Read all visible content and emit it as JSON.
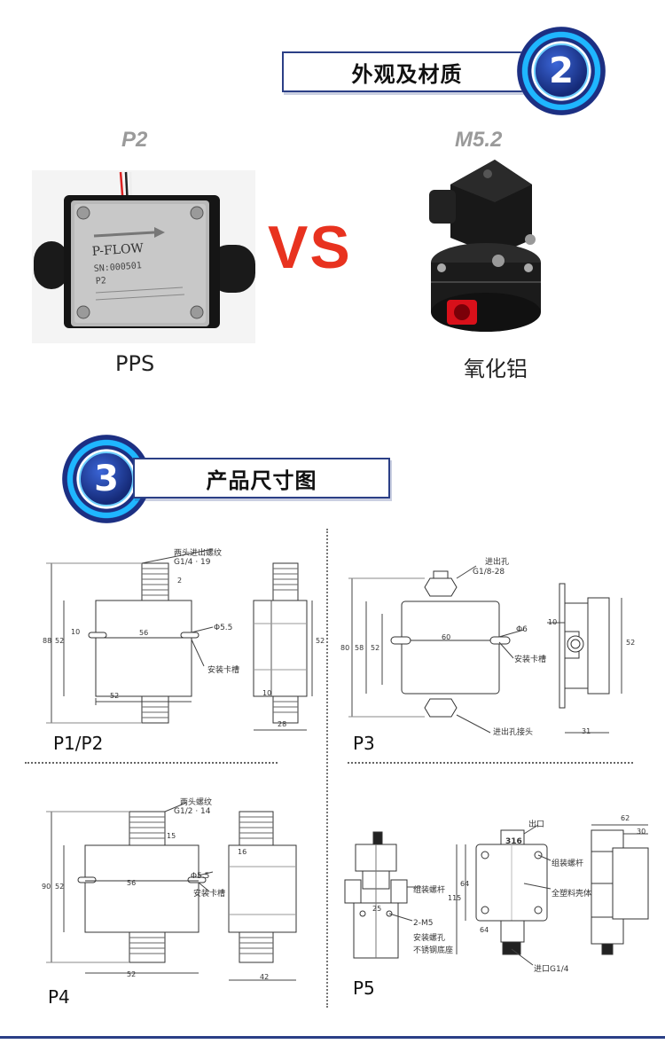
{
  "section2": {
    "number": "2",
    "title": "外观及材质"
  },
  "comparison": {
    "left_model": "P2",
    "right_model": "M5.2",
    "vs": "VS",
    "left_material": "PPS",
    "right_material": "氧化铝",
    "p2_plate": {
      "brand": "P-FLOW",
      "sn": "SN:000501",
      "model": "P2"
    }
  },
  "section3": {
    "number": "3",
    "title": "产品尺寸图"
  },
  "drawings": {
    "p1p2": {
      "label": "P1/P2",
      "thread_note_1": "两头进出螺纹",
      "thread_note_2": "G1/4 · 19",
      "hole_note": "Φ5.5",
      "mount_note": "安装卡槽",
      "dims": {
        "width": "56",
        "bottom": "52",
        "height": "88",
        "inner": "52",
        "slot": "10",
        "side_top": "2",
        "side_width": "28",
        "side_slot": "10",
        "side_h": "52"
      }
    },
    "p3": {
      "label": "P3",
      "thread_note_1": "进出孔",
      "thread_note_2": "G1/8-28",
      "hole_note": "Φ6",
      "mount_note": "安装卡槽",
      "joint_note": "进出孔接头",
      "dims": {
        "width": "60",
        "height": "80",
        "h2": "58",
        "h3": "52",
        "slot": "10",
        "side_width": "31",
        "side_h": "52"
      }
    },
    "p4": {
      "label": "P4",
      "thread_note_1": "两头螺纹",
      "thread_note_2": "G1/2 · 14",
      "hole_note": "Φ5.5",
      "mount_note": "安装卡槽",
      "dims": {
        "width": "56",
        "bottom": "52",
        "height": "90",
        "inner": "52",
        "side_16": "16",
        "side_width": "42",
        "top": "15"
      }
    },
    "p5": {
      "label": "P5",
      "outlet_note": "出口",
      "outlet_size": "316",
      "bolt_note": "组装螺杆",
      "body_note": "全塑料壳体",
      "mount_note_1": "组装螺杆",
      "mount_note_2": "2-M5",
      "mount_note_3": "安装螺孔",
      "mount_note_4": "不锈钢底座",
      "inlet_note": "进口G1/4",
      "dims": {
        "w62": "62",
        "w30": "30",
        "h64": "64",
        "h115": "115",
        "b64": "64",
        "d25": "25"
      }
    }
  },
  "colors": {
    "banner_border": "#2b3f86",
    "vs_red": "#e8321f",
    "model_gray": "#9a9a9a"
  }
}
